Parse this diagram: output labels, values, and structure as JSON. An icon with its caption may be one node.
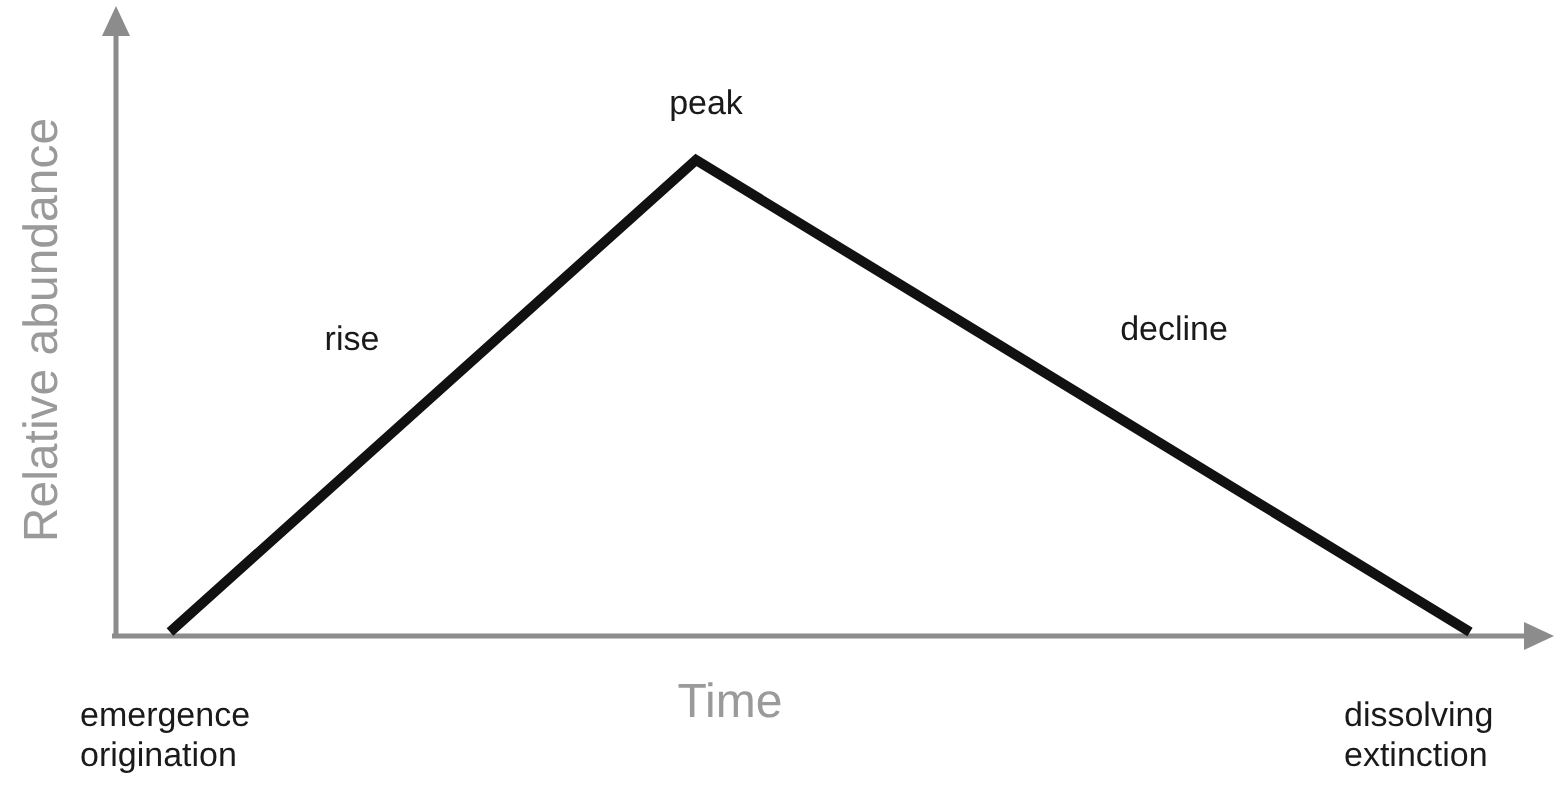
{
  "diagram": {
    "labels": [
      "Relative abundance",
      "peak",
      "rise",
      "decline",
      "Time",
      "emergence origination",
      "dissolving extinction"
    ]
  }
}
